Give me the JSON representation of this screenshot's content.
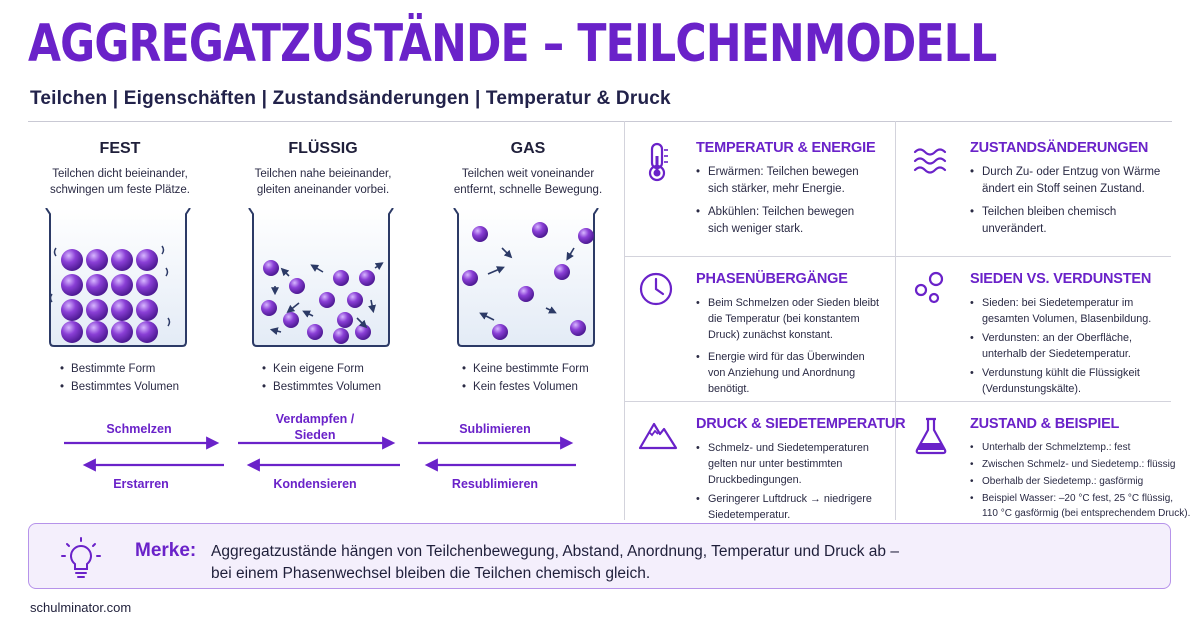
{
  "title": "AGGREGATZUSTÄNDE – TEILCHENMODELL",
  "subtitle": "Teilchen | Eigenschäften | Zustandsänderungen | Temperatur & Druck",
  "states": [
    {
      "heading": "FEST",
      "desc_line1": "Teilchen dicht beieinander,",
      "desc_line2": "schwingen um feste Plätze.",
      "bullet1": "Bestimmte Form",
      "bullet2": "Bestimmtes Volumen"
    },
    {
      "heading": "FLÜSSIG",
      "desc_line1": "Teilchen nahe beieinander,",
      "desc_line2": "gleiten aneinander vorbei.",
      "bullet1": "Kein eigene Form",
      "bullet2": "Bestimmtes Volumen"
    },
    {
      "heading": "GAS",
      "desc_line1": "Teilchen weit voneinander",
      "desc_line2": "entfernt, schnelle Bewegung.",
      "bullet1": "Keine bestimmte Form",
      "bullet2": "Kein festes Volumen"
    }
  ],
  "transitions": {
    "schmelzen": "Schmelzen",
    "verdampfen_line1": "Verdampfen /",
    "verdampfen_line2": "Sieden",
    "sublimieren": "Sublimieren",
    "erstarren": "Erstarren",
    "kondensieren": "Kondensieren",
    "resublimieren": "Resublimieren"
  },
  "cards": {
    "temperatur": {
      "title": "TEMPERATUR & ENERGIE",
      "b1_l1": "Erwärmen: Teilchen bewegen",
      "b1_l2": "sich stärker, mehr Energie.",
      "b2_l1": "Abkühlen: Teilchen bewegen",
      "b2_l2": "sich weniger stark."
    },
    "zustand": {
      "title": "ZUSTANDSÄNDERUNGEN",
      "b1_l1": "Durch Zu- oder Entzug von Wärme",
      "b1_l2": "ändert ein Stoff seinen Zustand.",
      "b2_l1": "Teilchen bleiben chemisch",
      "b2_l2": "unverändert."
    },
    "phasen": {
      "title": "PHASENÜBERGÄNGE",
      "b1_l1": "Beim Schmelzen oder Sieden bleibt",
      "b1_l2": "die Temperatur (bei konstantem",
      "b1_l3": "Druck) zunächst konstant.",
      "b2_l1": "Energie wird für das Überwinden",
      "b2_l2": "von Anziehung und Anordnung",
      "b2_l3": "benötigt."
    },
    "sieden": {
      "title": "SIEDEN VS. VERDUNSTEN",
      "b1_l1": "Sieden: bei Siedetemperatur im",
      "b1_l2": "gesamten Volumen, Blasenbildung.",
      "b2_l1": "Verdunsten: an der Oberfläche,",
      "b2_l2": "unterhalb der Siedetemperatur.",
      "b3_l1": "Verdunstung kühlt die Flüssigkeit",
      "b3_l2": "(Verdunstungskälte)."
    },
    "druck": {
      "title": "DRUCK & SIEDETEMPERATUR",
      "b1_l1": "Schmelz- und Siedetemperaturen",
      "b1_l2": "gelten nur unter bestimmten",
      "b1_l3": "Druckbedingungen.",
      "b2_l1": "Geringerer Luftdruck → niedrigere",
      "b2_l2": "Siedetemperatur."
    },
    "beispiel": {
      "title": "ZUSTAND & BEISPIEL",
      "b1": "Unterhalb der Schmelztemp.: fest",
      "b2": "Zwischen Schmelz- und Siedetemp.: flüssig",
      "b3": "Oberhalb der Siedetemp.: gasförmig",
      "b4_l1": "Beispiel Wasser: –20 °C fest, 25 °C flüssig,",
      "b4_l2": "110 °C gasförmig (bei entsprechendem Druck)."
    }
  },
  "merke": {
    "label": "Merke:",
    "line1": "Aggregatzustände hängen von Teilchenbewegung, Abstand, Anordnung, Temperatur und Druck ab –",
    "line2": "bei einem Phasenwechsel bleiben die Teilchen chemisch gleich."
  },
  "footer": "schulminator.com",
  "colors": {
    "accent": "#6a22c9",
    "particle": "#8a3fd6"
  }
}
